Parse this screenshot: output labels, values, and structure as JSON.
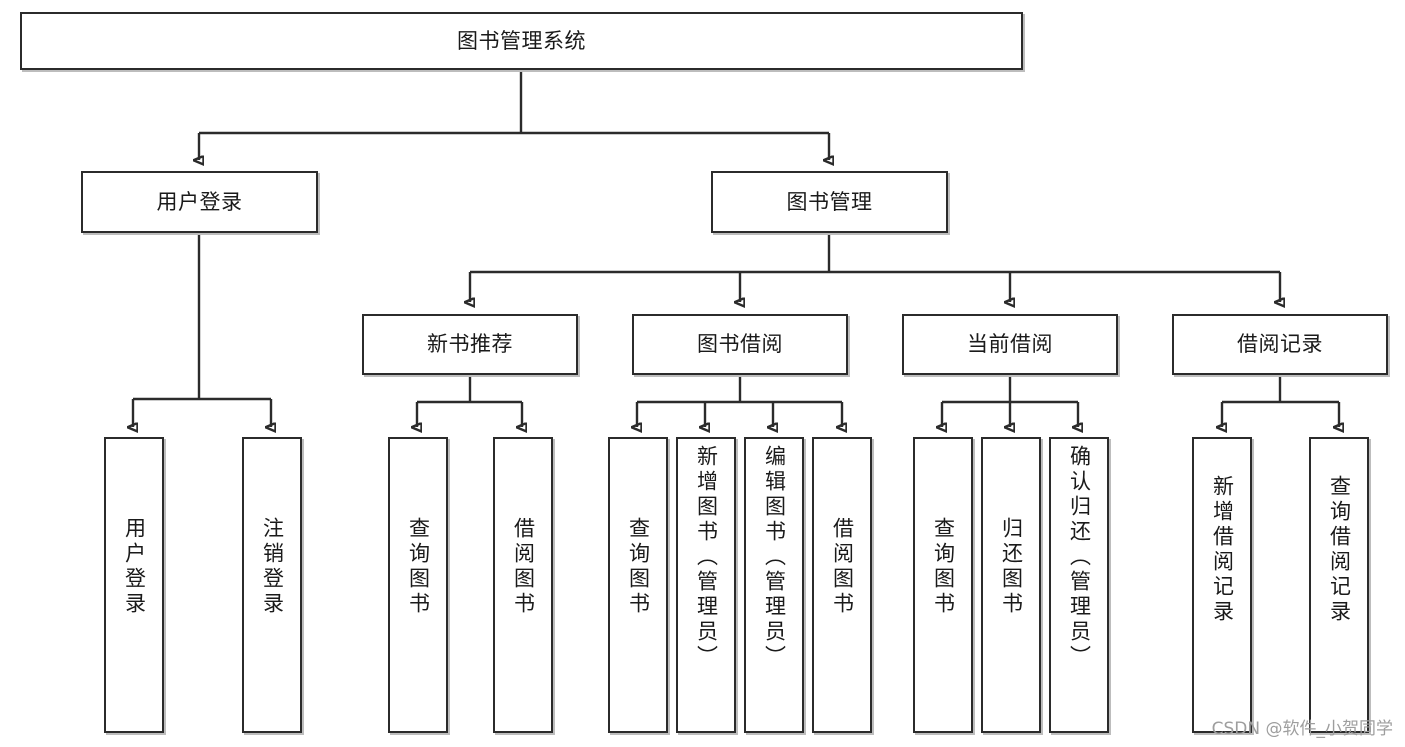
{
  "diagram": {
    "type": "tree",
    "title": "图书管理系统",
    "watermark": "CSDN @软件_小贺同学",
    "colors": {
      "stroke": "#2b2b2b",
      "fill": "#ffffff",
      "text": "#1a1a1a",
      "watermark": "#9e9e9e",
      "shadow": "#bdbdbd"
    },
    "nodes": {
      "root": {
        "label": "图书管理系统"
      },
      "level2": [
        {
          "label": "用户登录"
        },
        {
          "label": "图书管理"
        }
      ],
      "level3": [
        {
          "label": "新书推荐"
        },
        {
          "label": "图书借阅"
        },
        {
          "label": "当前借阅"
        },
        {
          "label": "借阅记录"
        }
      ],
      "leaves": {
        "user_login": [
          {
            "label": "用户登录"
          },
          {
            "label": "注销登录"
          }
        ],
        "new_book_recommend": [
          {
            "label": "查询图书"
          },
          {
            "label": "借阅图书"
          }
        ],
        "book_borrow": [
          {
            "label": "查询图书"
          },
          {
            "label": "新增图书（管理员）"
          },
          {
            "label": "编辑图书（管理员）"
          },
          {
            "label": "借阅图书"
          }
        ],
        "current_borrow": [
          {
            "label": "查询图书"
          },
          {
            "label": "归还图书"
          },
          {
            "label": "确认归还（管理员）"
          }
        ],
        "borrow_record": [
          {
            "label": "新增借阅记录"
          },
          {
            "label": "查询借阅记录"
          }
        ]
      }
    }
  }
}
